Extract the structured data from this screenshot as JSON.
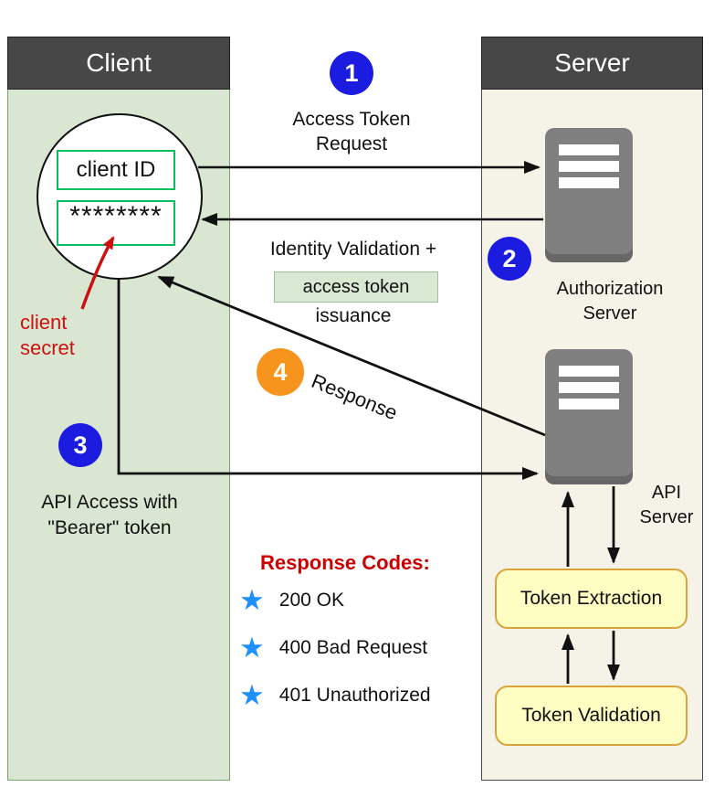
{
  "columns": {
    "client": {
      "title": "Client"
    },
    "server": {
      "title": "Server"
    }
  },
  "client": {
    "id_box": "client ID",
    "secret_mask": "********",
    "secret_note": {
      "line1": "client",
      "line2": "secret"
    }
  },
  "steps": {
    "s1": {
      "num": "1",
      "line1": "Access Token",
      "line2": "Request"
    },
    "s2": {
      "num": "2"
    },
    "s3": {
      "num": "3",
      "line1": "API Access with",
      "line2": "\"Bearer\" token"
    },
    "s4": {
      "num": "4",
      "label": "Response"
    }
  },
  "identity_validation": {
    "line1": "Identity Validation +",
    "highlight": "access token",
    "line2": "issuance"
  },
  "servers": {
    "auth": {
      "line1": "Authorization",
      "line2": "Server"
    },
    "api": {
      "line1": "API",
      "line2": "Server"
    }
  },
  "process": {
    "extraction": "Token Extraction",
    "validation": "Token Validation"
  },
  "response_codes": {
    "title": "Response Codes:",
    "star_glyph": "★",
    "items": [
      {
        "label": "200 OK"
      },
      {
        "label": "400 Bad Request"
      },
      {
        "label": "401 Unauthorized"
      }
    ]
  },
  "colors": {
    "step_blue": "#1c1ce1",
    "step_orange": "#f7941d",
    "star_blue": "#1e90ff",
    "alert_red": "#cc0000",
    "client_fill": "#d9e7d2",
    "server_fill": "#f5f2e8",
    "header_gray": "#474747",
    "credential_border_green": "#00c060",
    "note_yellow": "#fefec2"
  }
}
